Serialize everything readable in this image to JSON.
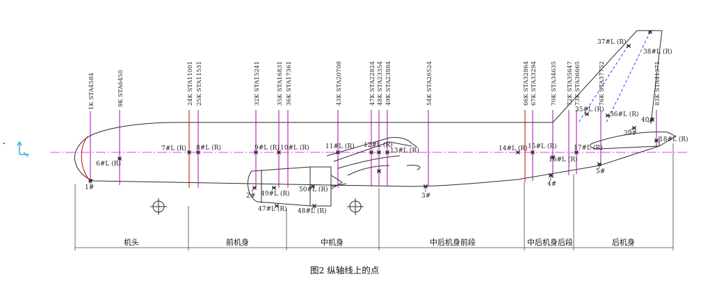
{
  "caption": "图2   纵轴线上的点",
  "station_labels": [
    "1K STA4584",
    "9K STA6450",
    "24K STA11001",
    "25K STA11531",
    "32K STA15241",
    "35K STA16831",
    "36K STA17361",
    "43K STA20708",
    "47K STA22824",
    "48K STA23354",
    "49K STA23884",
    "54K STA26524",
    "66K STA32864",
    "67K STA33294",
    "70K STA34635",
    "72K STA35647",
    "73K STA36665",
    "76K STA37752",
    "83K STA41371"
  ],
  "point_labels": [
    "1#",
    "2#",
    "3#",
    "4#",
    "5#",
    "6#L (R)",
    "7#L (R)",
    "8#L (R)",
    "9#L (R)",
    "10#L (R)",
    "11#L (R)",
    "12#L (R)",
    "13#L (R)",
    "14#L (R)",
    "15#L (R)",
    "16#L (R)",
    "17#L (R)",
    "18#L (R)",
    "35#L (R)",
    "36#L (R)",
    "37#L (R)",
    "38#L (R)",
    "39#",
    "40#",
    "47#L (R)",
    "48#L (R)",
    "49#L (R)",
    "50#L (R)"
  ],
  "sections": [
    "机头",
    "前机身",
    "中机身",
    "中后机身前段",
    "中后机身后段",
    "后机身"
  ],
  "colors": {
    "outline": "#2a2a2a",
    "centerline": "#e040e0",
    "station": "#b000b0",
    "red_station": "#cc0000",
    "blue_dash": "#3a3aff",
    "axis_icon": "#2aa8d8",
    "dimension": "#444444"
  }
}
